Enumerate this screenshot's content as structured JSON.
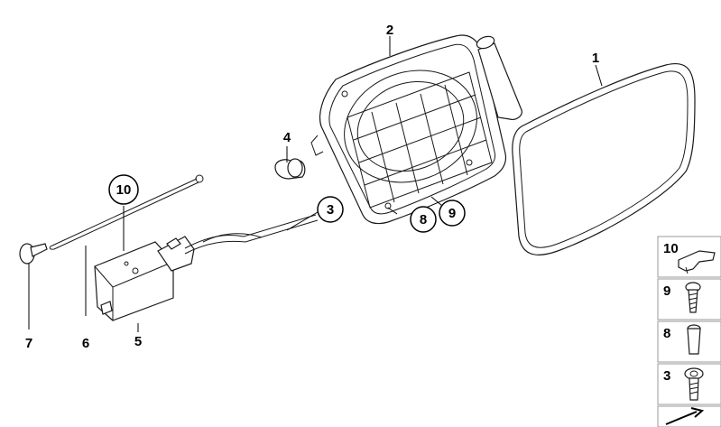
{
  "diagram": {
    "callouts": {
      "c1": "1",
      "c2": "2",
      "c3": "3",
      "c4": "4",
      "c5": "5",
      "c6": "6",
      "c7": "7",
      "c8": "8",
      "c9": "9",
      "c10": "10"
    },
    "legend": {
      "items": [
        {
          "label": "10",
          "icon": "clip-icon"
        },
        {
          "label": "9",
          "icon": "screw-icon"
        },
        {
          "label": "8",
          "icon": "plug-icon"
        },
        {
          "label": "3",
          "icon": "rivet-icon"
        }
      ]
    }
  }
}
